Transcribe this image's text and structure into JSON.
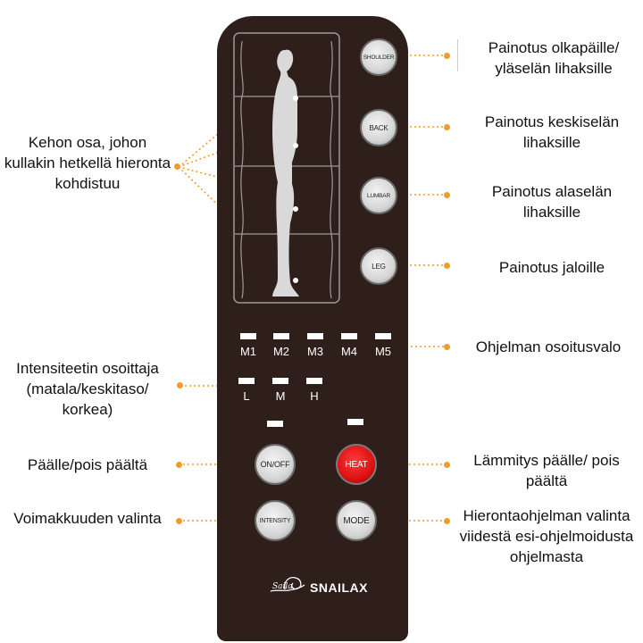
{
  "remote": {
    "zone_buttons": [
      "SHOULDER",
      "BACK",
      "LUMBAR",
      "LEG"
    ],
    "program_labels": [
      "M1",
      "M2",
      "M3",
      "M4",
      "M5"
    ],
    "intensity_labels": [
      "L",
      "M",
      "H"
    ],
    "power_button": "ON/OFF",
    "heat_button": "HEAT",
    "intensity_button": "INTENSITY",
    "mode_button": "MODE",
    "brand": "SNAILAX",
    "heat_color": "#dd1111"
  },
  "annotations": {
    "body_part": "Kehon osa, johon kullakin hetkellä hieronta kohdistuu",
    "shoulder": "Painotus olkapäille/ yläselän lihaksille",
    "back": "Painotus keskiselän lihaksille",
    "lumbar": "Painotus alaselän lihaksille",
    "leg": "Painotus jaloille",
    "program_light": "Ohjelman osoitusvalo",
    "intensity_indicator": "Intensiteetin osoittaja (matala/keskitaso/ korkea)",
    "power": "Päälle/pois päältä",
    "heat": "Lämmitys päälle/ pois päältä",
    "intensity_select": "Voimakkuuden valinta",
    "mode_select": "Hierontaohjelman valinta viidestä esi-ohjelmoidusta ohjelmasta"
  },
  "colors": {
    "remote_body": "#2e1f1b",
    "leader_dots": "#f39a2b"
  }
}
